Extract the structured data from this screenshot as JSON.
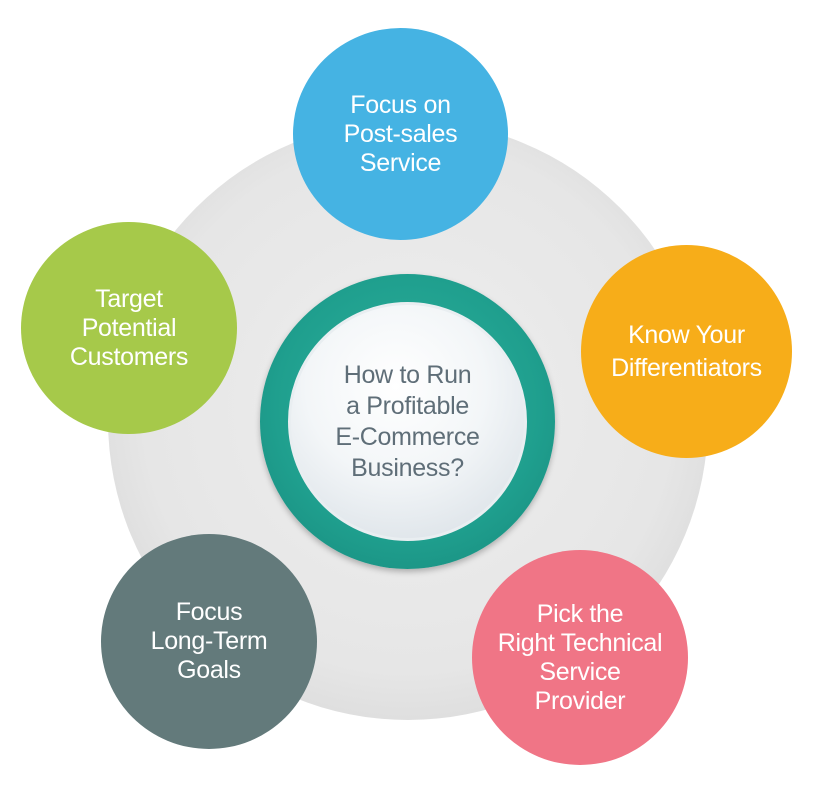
{
  "diagram": {
    "center": {
      "lines": [
        "How to Run",
        "a Profitable",
        "E-Commerce",
        "Business?"
      ]
    },
    "nodes": [
      {
        "id": "top",
        "lines": [
          "Focus on",
          "Post-sales",
          "Service"
        ],
        "color": "#45b3e3"
      },
      {
        "id": "right",
        "lines": [
          "Know Your",
          "Differentiators"
        ],
        "color": "#f7ad19"
      },
      {
        "id": "left",
        "lines": [
          "Target",
          "Potential",
          "Customers"
        ],
        "color": "#a6c94a"
      },
      {
        "id": "bleft",
        "lines": [
          "Focus",
          "Long-Term",
          "Goals"
        ],
        "color": "#637a7b"
      },
      {
        "id": "bright",
        "lines": [
          "Pick the",
          "Right Technical",
          "Service",
          "Provider"
        ],
        "color": "#f07586"
      }
    ],
    "ring_color": "#1fa08e",
    "background_circle_color": "#e6e6e6"
  }
}
